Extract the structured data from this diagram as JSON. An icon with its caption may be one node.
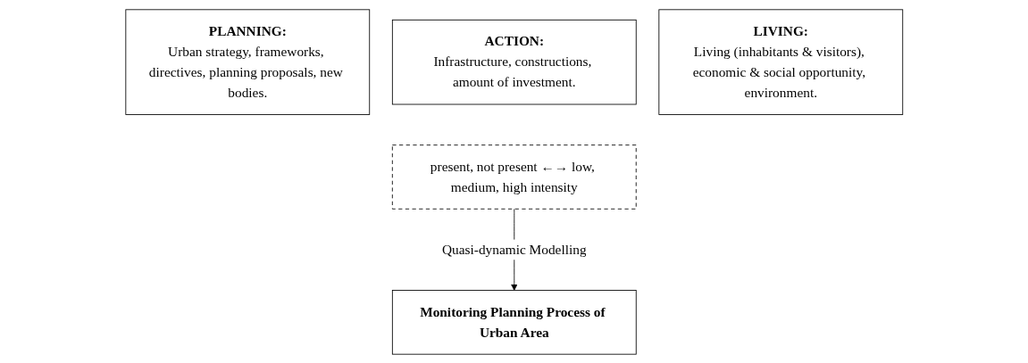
{
  "diagram": {
    "nodes": [
      {
        "text": [
          "PLANNING:",
          "Urban strategy, frameworks, directives, planning proposals, new bodies."
        ]
      },
      {
        "text": [
          "ACTION:",
          "Infrastructure, constructions, amount of investment."
        ]
      },
      {
        "text": [
          "LIVING:",
          "Living (inhabitants & visitors), economic & social opportunity, environment."
        ]
      },
      {
        "text": [
          "present, not present ←→ low, medium, high intensity"
        ]
      },
      {
        "text": [
          "Monitoring Planning Process of Urban Area"
        ]
      }
    ],
    "edges": [
      {
        "from": 3,
        "to": 4,
        "arrow": "to",
        "label": "Quasi-dynamic Modelling"
      }
    ]
  }
}
